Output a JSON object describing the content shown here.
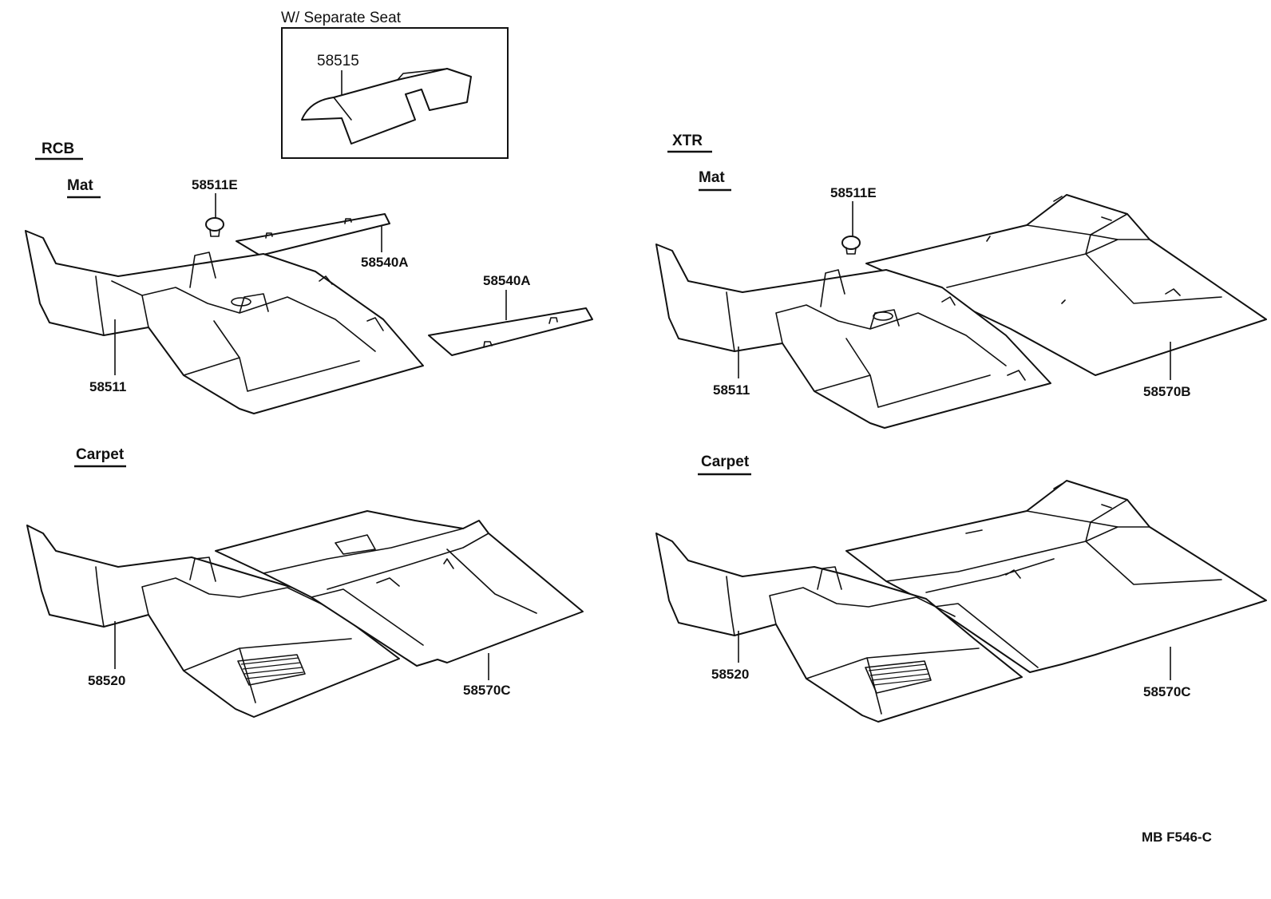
{
  "inset": {
    "title": "W/ Separate Seat",
    "part_no": "58515"
  },
  "rcb": {
    "heading": "RCB",
    "mat": {
      "heading": "Mat",
      "clip_part": "58511E",
      "strip_upper_part": "58540A",
      "strip_right_part": "58540A",
      "mat_part": "58511"
    },
    "carpet": {
      "heading": "Carpet",
      "front_part": "58520",
      "rear_part": "58570C"
    }
  },
  "xtr": {
    "heading": "XTR",
    "mat": {
      "heading": "Mat",
      "clip_part": "58511E",
      "mat_part": "58511",
      "rear_part": "58570B"
    },
    "carpet": {
      "heading": "Carpet",
      "front_part": "58520",
      "rear_part": "58570C"
    }
  },
  "figure_code": "MB  F546-C"
}
